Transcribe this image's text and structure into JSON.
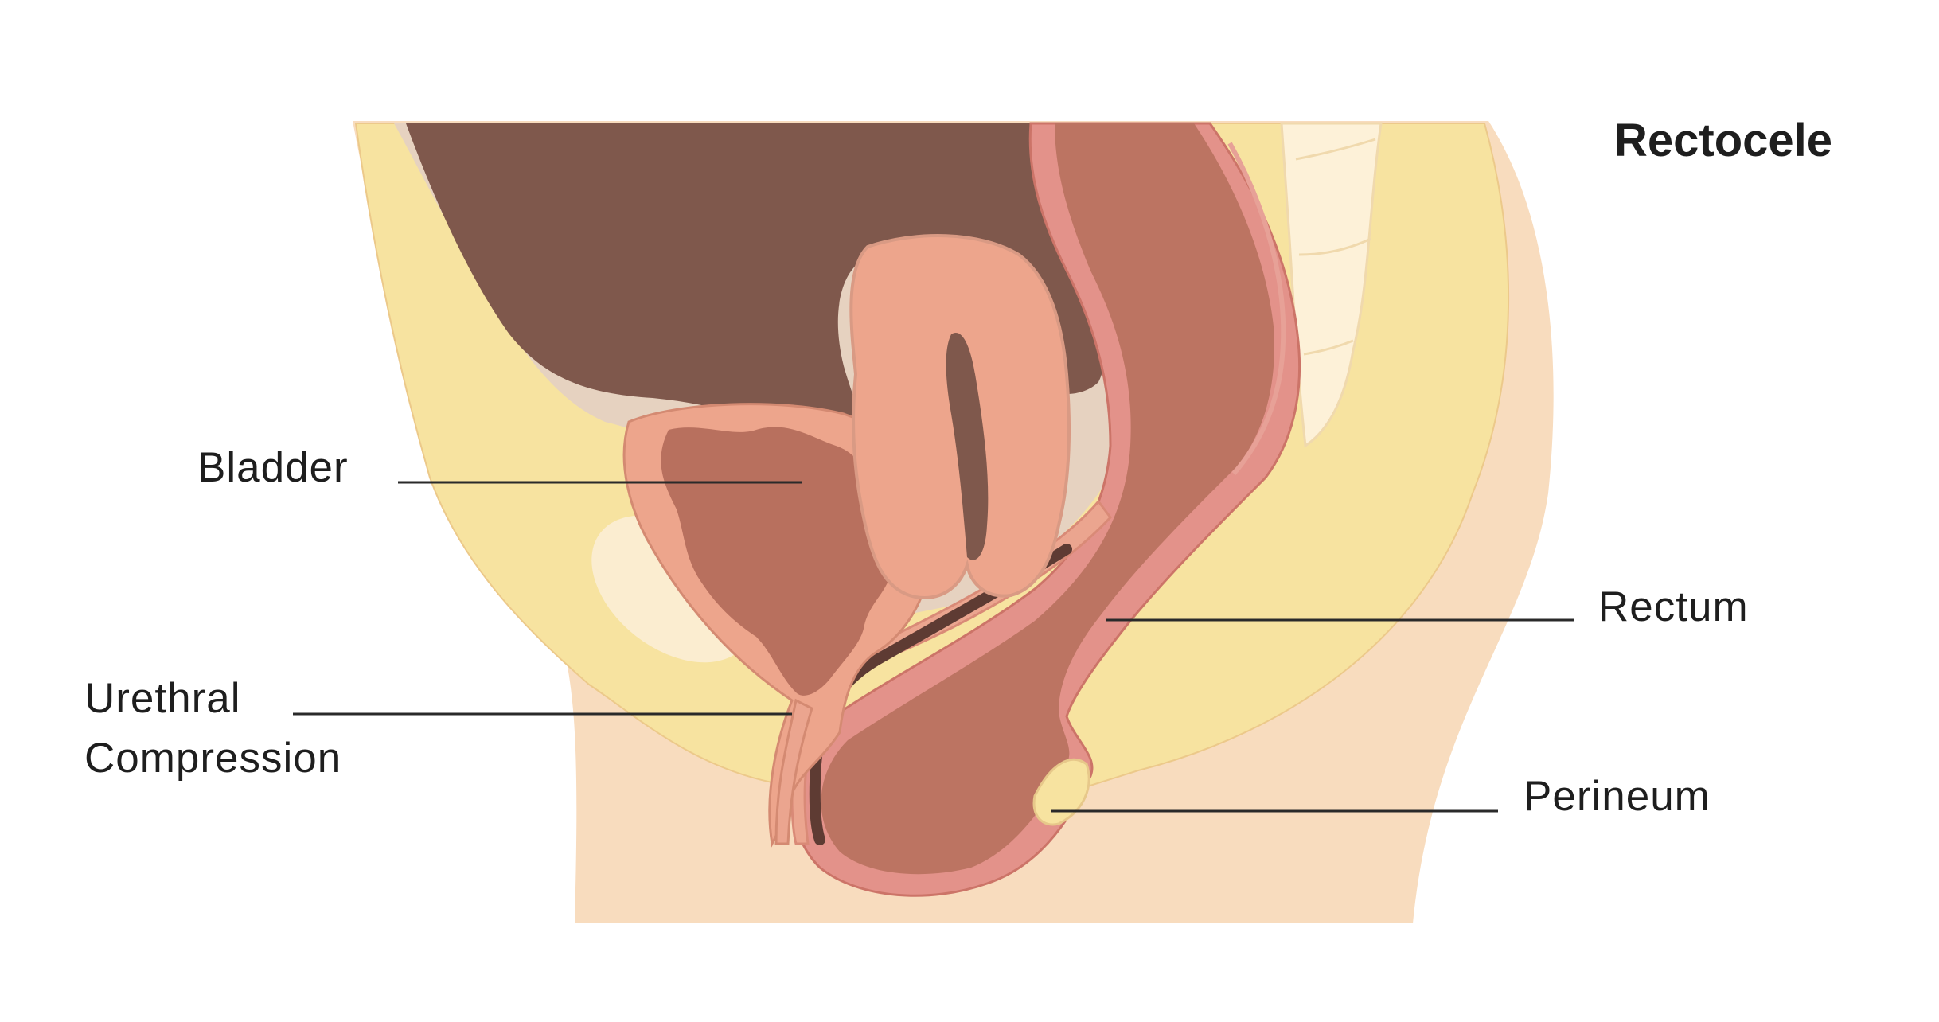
{
  "diagram": {
    "title": "Rectocele",
    "labels": {
      "bladder": "Bladder",
      "urethral_line1": "Urethral",
      "urethral_line2": "Compression",
      "rectum": "Rectum",
      "perineum": "Perineum"
    },
    "colors": {
      "background": "#ffffff",
      "skin": "#f8dcbe",
      "fat": "#f7e3a0",
      "bone": "#fbedd0",
      "peritoneum": "#e6d2c0",
      "abdominal_cavity": "#7f584c",
      "uterus": "#eda58c",
      "bladder_wall": "#eda58c",
      "bladder_lumen": "#b8705e",
      "vaginal_wall": "#eba58f",
      "rectum": "#bc7462",
      "rectal_wall": "#e3928a",
      "label_text": "#1e1e1e"
    }
  }
}
